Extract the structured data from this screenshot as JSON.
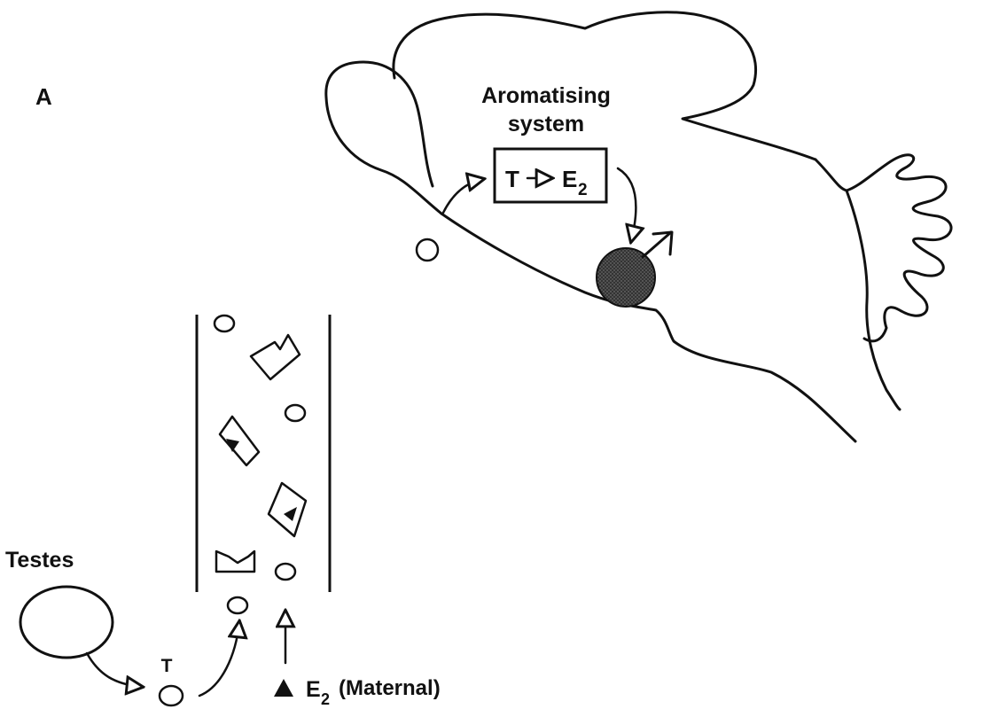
{
  "figure": {
    "panel_letter": "A",
    "aromatising_line1": "Aromatising",
    "aromatising_line2": "system",
    "conversion_T": "T",
    "conversion_E": "E",
    "conversion_sub": "2",
    "testes_label": "Testes",
    "t_label": "T",
    "maternal_E": "E",
    "maternal_sub": "2",
    "maternal_text": "(Maternal)",
    "male_symbol": "♂"
  }
}
